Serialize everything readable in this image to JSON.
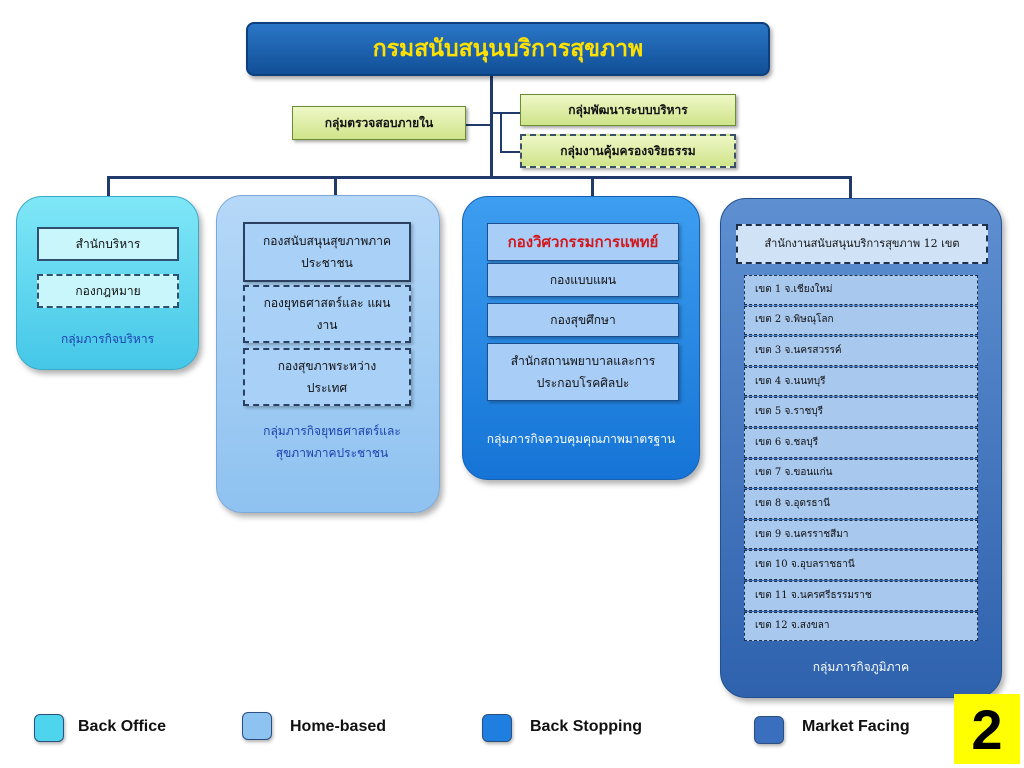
{
  "title": "กรมสนับสนุนบริการสุขภาพ",
  "staff": {
    "left": "กลุ่มตรวจสอบภายใน",
    "right_top": "กลุ่มพัฒนาระบบบริหาร",
    "right_bottom": "กลุ่มงานคุ้มครองจริยธรรม"
  },
  "groups": [
    {
      "units": [
        "สำนักบริหาร",
        "กองกฎหมาย"
      ],
      "caption": "กลุ่มภารกิจบริหาร"
    },
    {
      "units": [
        "กองสนับสนุนสุขภาพภาค ประชาชน",
        "กองยุทธศาสตร์และ แผนงาน",
        "กองสุขภาพระหว่าง ประเทศ"
      ],
      "caption": "กลุ่มภารกิจยุทธศาสตร์และ สุขภาพภาคประชาชน"
    },
    {
      "units": [
        "กองวิศวกรรมการแพทย์",
        "กองแบบแผน",
        "กองสุขศึกษา",
        "สำนักสถานพยาบาลและการ ประกอบโรคศิลปะ"
      ],
      "caption": "กลุ่มภารกิจควบคุมคุณภาพมาตรฐาน"
    },
    {
      "header": "สำนักงานสนับสนุนบริการสุขภาพ 12 เขต",
      "zones": [
        "เขต 1 จ.เชียงใหม่",
        "เขต 2 จ.พิษณุโลก",
        "เขต 3 จ.นครสวรรค์",
        "เขต 4 จ.นนทบุรี",
        "เขต 5 จ.ราชบุรี",
        "เขต 6 จ.ชลบุรี",
        "เขต 7 จ.ขอนแก่น",
        "เขต 8 จ.อุดรธานี",
        "เขต 9 จ.นครราชสีมา",
        "เขต 10 จ.อุบลราชธานี",
        "เขต 11 จ.นครศรีธรรมราช",
        "เขต 12 จ.สงขลา"
      ],
      "caption": "กลุ่มภารกิจภูมิภาค"
    }
  ],
  "legend": [
    {
      "label": "Back Office",
      "color": "#4fd4ee"
    },
    {
      "label": "Home-based",
      "color": "#8ec2f0"
    },
    {
      "label": "Back Stopping",
      "color": "#1e7fe0"
    },
    {
      "label": "Market Facing",
      "color": "#3a6fbf"
    }
  ],
  "page_number": "2"
}
